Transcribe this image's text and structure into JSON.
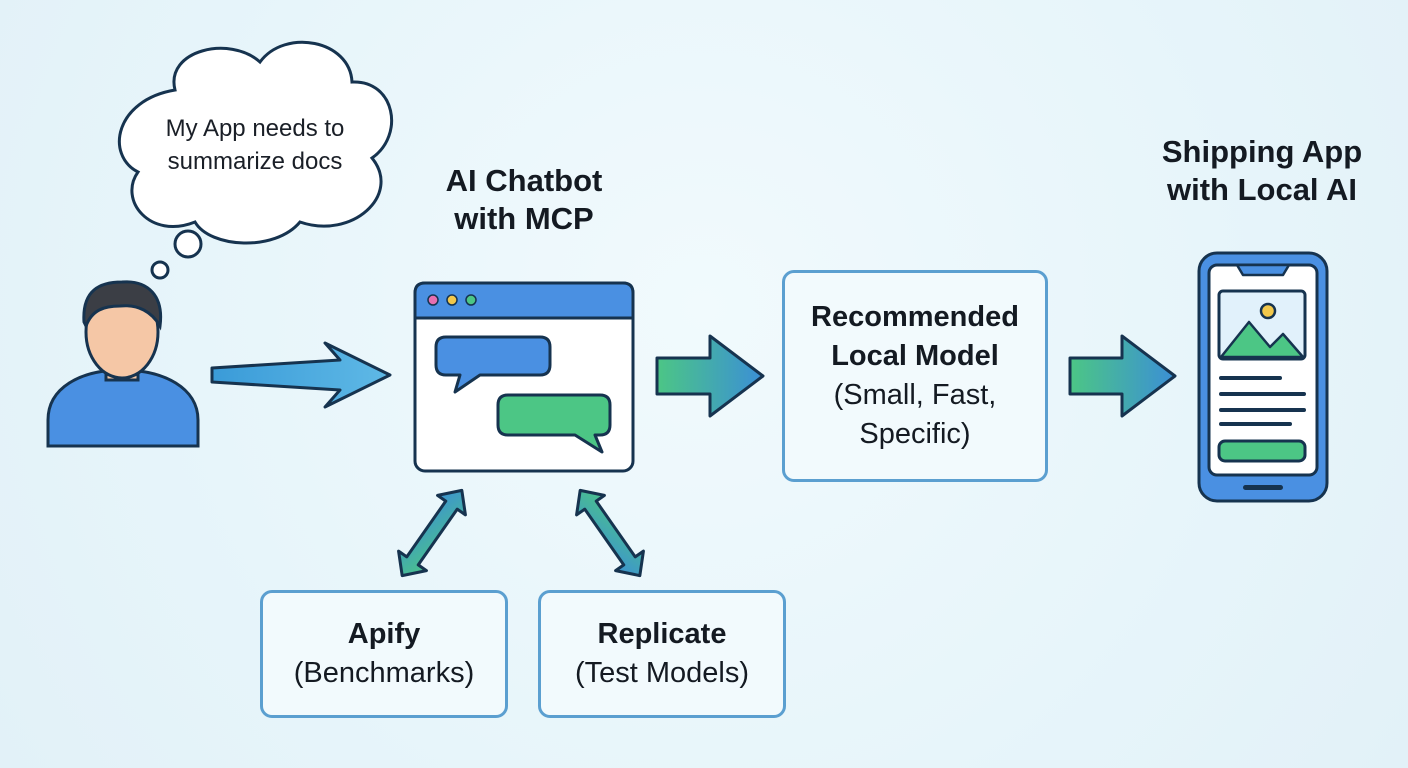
{
  "thought": {
    "line1": "My App needs to",
    "line2": "summarize docs"
  },
  "chatbot": {
    "title_line1": "AI Chatbot",
    "title_line2": "with MCP"
  },
  "recommended": {
    "line1": "Recommended",
    "line2": "Local Model",
    "line3": "(Small, Fast,",
    "line4": "Specific)"
  },
  "shipping": {
    "title_line1": "Shipping App",
    "title_line2": "with Local AI"
  },
  "apify": {
    "name": "Apify",
    "detail": "(Benchmarks)"
  },
  "replicate": {
    "name": "Replicate",
    "detail": "(Test Models)"
  },
  "icons": {
    "user": "user-icon",
    "chat_window": "chat-window-icon",
    "phone": "phone-app-icon"
  },
  "colors": {
    "blue": "#4a90e2",
    "green": "#4cc685",
    "outline": "#16334f",
    "box_border": "#5b9fd0",
    "skin": "#f5c7a6",
    "hair": "#3b3e45",
    "background": "#e9f6fb"
  }
}
